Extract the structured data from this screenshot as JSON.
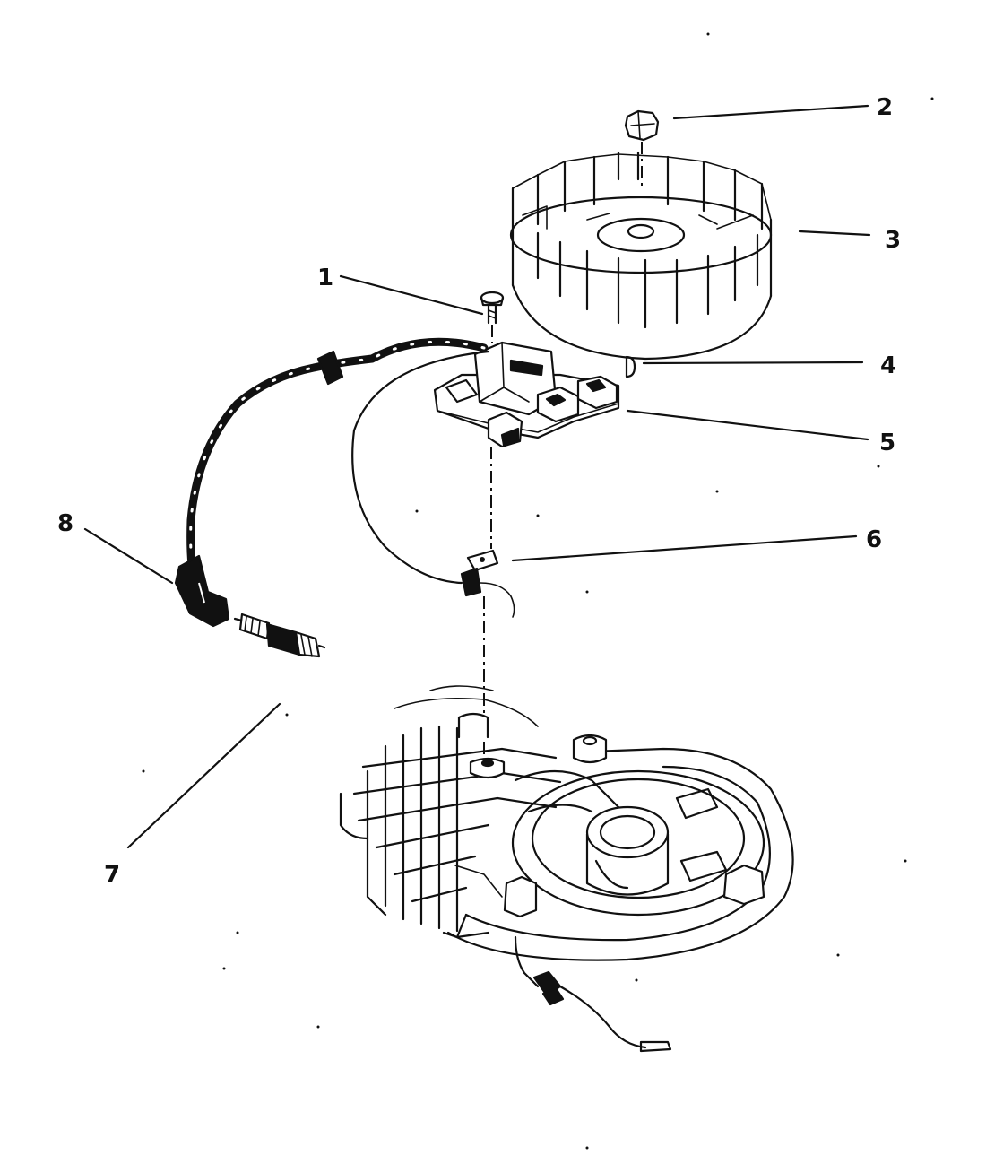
{
  "callouts": [
    "1",
    "2",
    "3",
    "4",
    "5",
    "6",
    "7",
    "8"
  ],
  "colors": {
    "ink": "#111111",
    "paper": "#ffffff"
  }
}
